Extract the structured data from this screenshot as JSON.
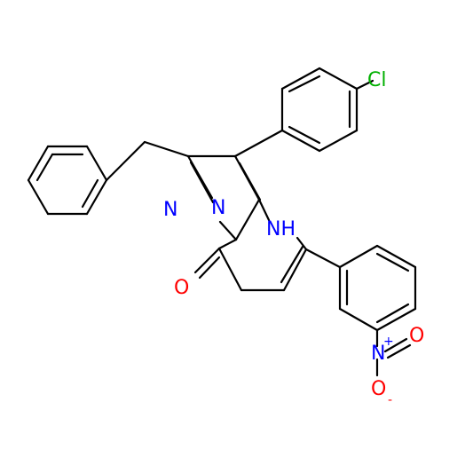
{
  "labels": {
    "chlorine": "Cl",
    "pyrazole_nitrogen": "N",
    "bridge_nitrogen": "N",
    "amine_nh": "NH",
    "carbonyl_oxygen": "O",
    "nitro_nitrogen": "N",
    "nitro_plus": "+",
    "nitro_oxygen_top": "O",
    "nitro_oxygen_bottom": "O",
    "nitro_minus": "-"
  },
  "colors": {
    "carbon_bond": "#000000",
    "nitrogen": "#0000ff",
    "oxygen": "#ff0000",
    "chlorine": "#00b000"
  }
}
